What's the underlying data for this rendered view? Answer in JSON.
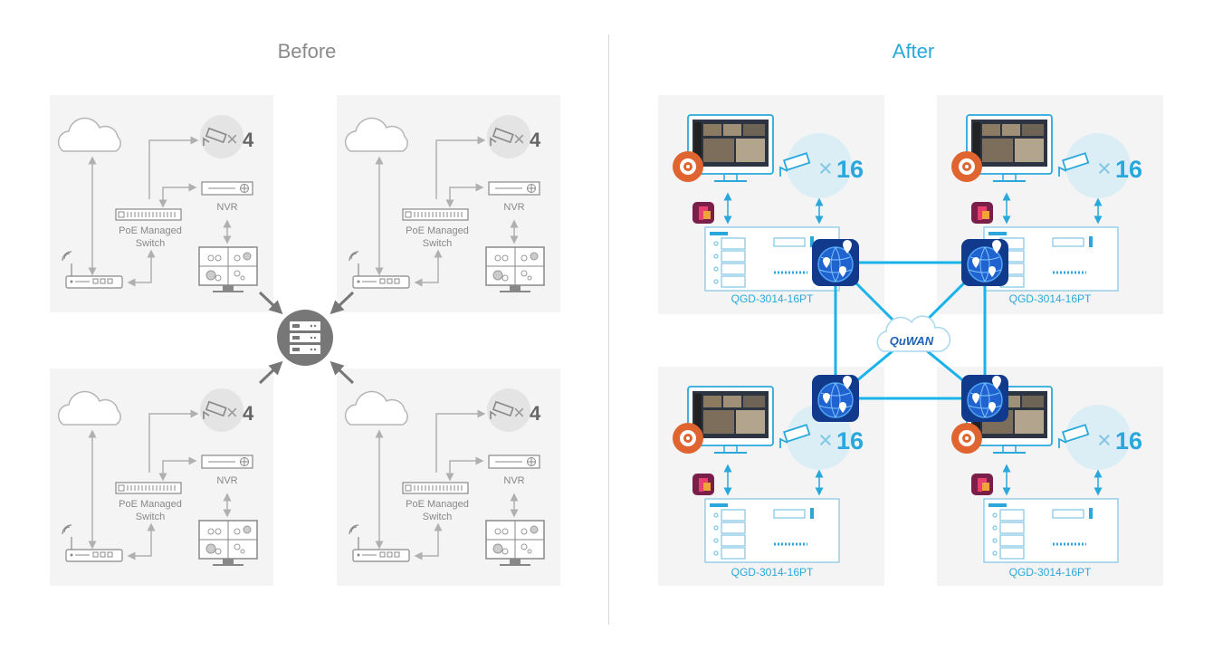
{
  "before": {
    "heading": "Before",
    "heading_color": "#8a8a8a",
    "quadrants": [
      {
        "camera_count": "4",
        "nvr_label": "NVR",
        "switch_label_line1": "PoE Managed",
        "switch_label_line2": "Switch"
      },
      {
        "camera_count": "4",
        "nvr_label": "NVR",
        "switch_label_line1": "PoE Managed",
        "switch_label_line2": "Switch"
      },
      {
        "camera_count": "4",
        "nvr_label": "NVR",
        "switch_label_line1": "PoE Managed",
        "switch_label_line2": "Switch"
      },
      {
        "camera_count": "4",
        "nvr_label": "NVR",
        "switch_label_line1": "PoE Managed",
        "switch_label_line2": "Switch"
      }
    ],
    "multiplier_symbol": "×",
    "central_icon": "server-stack-icon"
  },
  "after": {
    "heading": "After",
    "heading_color": "#2aa8dc",
    "quadrants": [
      {
        "camera_count": "16",
        "device_label": "QGD-3014-16PT"
      },
      {
        "camera_count": "16",
        "device_label": "QGD-3014-16PT"
      },
      {
        "camera_count": "16",
        "device_label": "QGD-3014-16PT"
      },
      {
        "camera_count": "16",
        "device_label": "QGD-3014-16PT"
      }
    ],
    "multiplier_symbol": "×",
    "cloud_label": "QuWAN",
    "accent_color": "#2aa8dc",
    "link_color": "#19b3ea",
    "icons": [
      "cloud-icon",
      "router-icon",
      "camera-icon",
      "nvr-icon",
      "monitor-icon",
      "qvr-app-icon",
      "qvr-pro-app-icon",
      "quwan-globe-icon",
      "nas-device-icon"
    ]
  }
}
